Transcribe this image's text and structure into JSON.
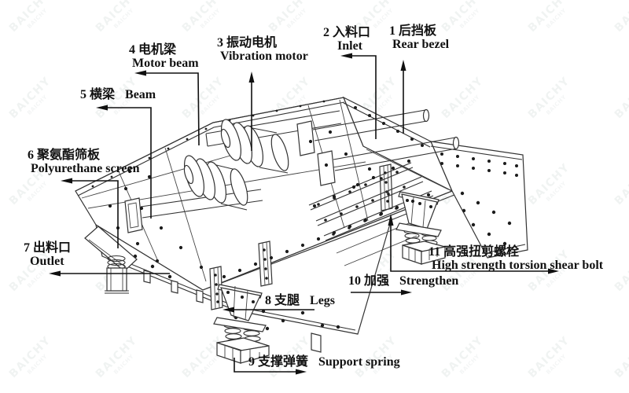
{
  "diagram": {
    "type": "vibrating-screen-parts-diagram",
    "labels": {
      "rear_bezel": {
        "cn": "1 后挡板",
        "en": "Rear bezel"
      },
      "inlet": {
        "cn": "2  入料口",
        "en": "Inlet"
      },
      "vibration_motor": {
        "cn": "3 振动电机",
        "en": "Vibration motor"
      },
      "motor_beam": {
        "cn": "4 电机梁",
        "en": "Motor beam"
      },
      "beam": {
        "cn": "5 横梁",
        "en": "Beam"
      },
      "polyurethane_screen": {
        "cn": "6 聚氨酯筛板",
        "en": "Polyurethane screen"
      },
      "outlet": {
        "cn": "7 出料口",
        "en": "Outlet"
      },
      "legs": {
        "cn": "8 支腿",
        "en": "Legs"
      },
      "support_spring": {
        "cn": "9 支撑弹簧",
        "en": "Support spring"
      },
      "strengthen": {
        "cn": "10 加强",
        "en": "Strengthen"
      },
      "high_strength_bolt": {
        "cn": "11 高强扭剪螺栓",
        "en": "High strength torsion shear bolt"
      }
    },
    "watermark": {
      "text": "BAICHY"
    },
    "colors": {
      "line": "#333333",
      "leader": "#101010",
      "background": "#ffffff"
    }
  }
}
